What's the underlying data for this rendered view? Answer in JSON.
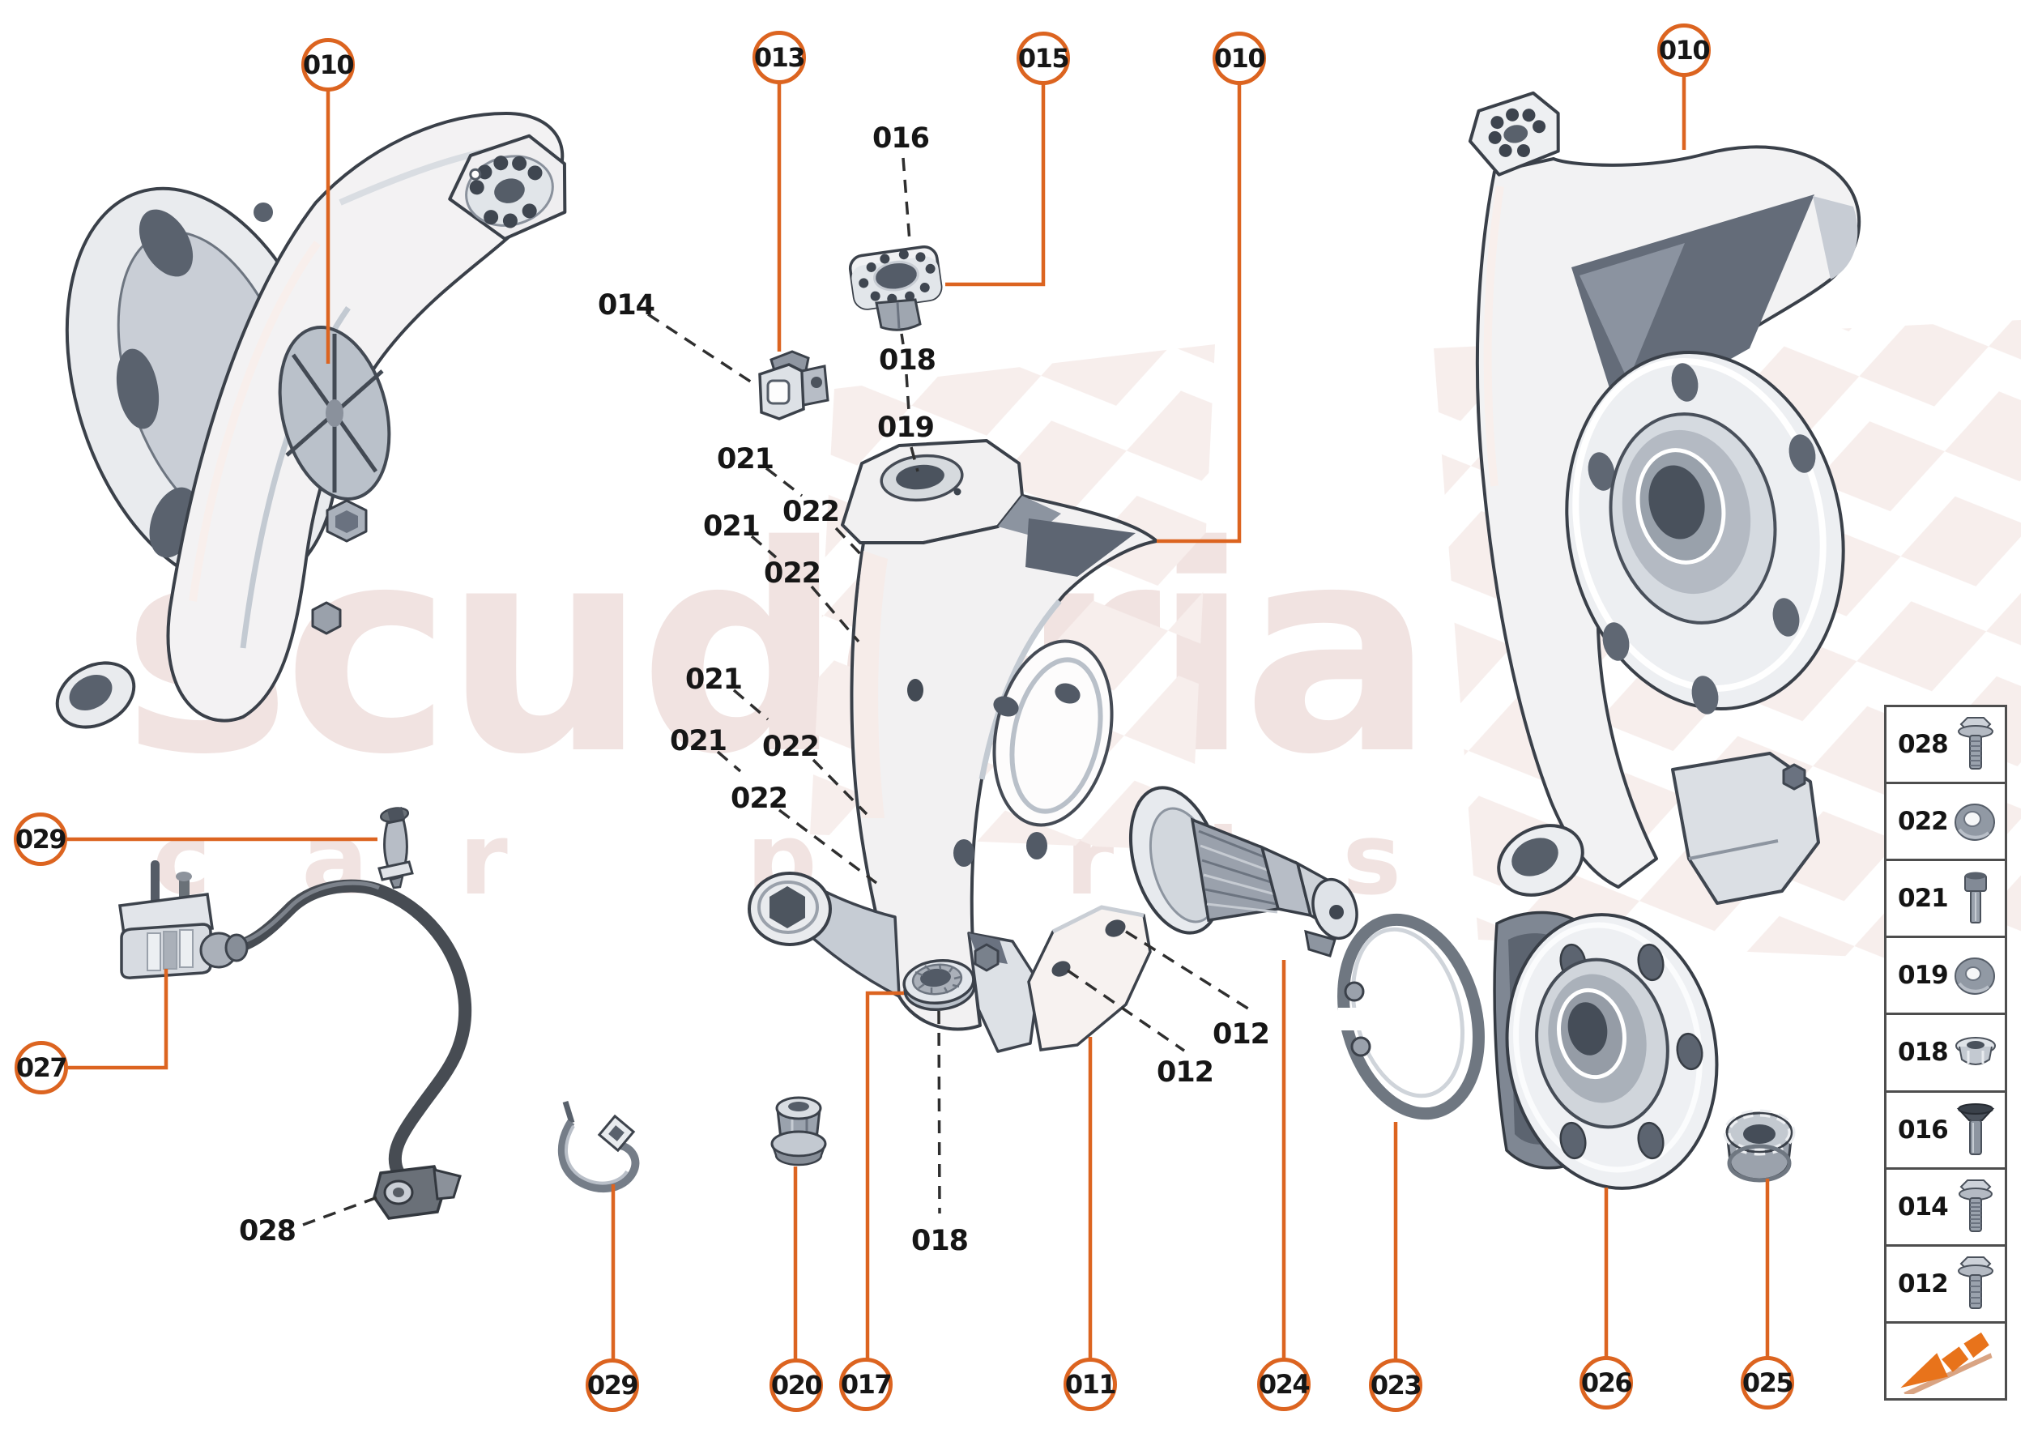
{
  "watermark": {
    "line1": "scuderia",
    "line2": "car parts"
  },
  "callouts": {
    "circled": [
      {
        "id": "010-top-left",
        "label": "010"
      },
      {
        "id": "013",
        "label": "013"
      },
      {
        "id": "015",
        "label": "015"
      },
      {
        "id": "010-top-center",
        "label": "010"
      },
      {
        "id": "010-top-right",
        "label": "010"
      },
      {
        "id": "029-left",
        "label": "029"
      },
      {
        "id": "027",
        "label": "027"
      },
      {
        "id": "029-bottom",
        "label": "029"
      },
      {
        "id": "020",
        "label": "020"
      },
      {
        "id": "017",
        "label": "017"
      },
      {
        "id": "011",
        "label": "011"
      },
      {
        "id": "024",
        "label": "024"
      },
      {
        "id": "023",
        "label": "023"
      },
      {
        "id": "026",
        "label": "026"
      },
      {
        "id": "025",
        "label": "025"
      }
    ],
    "plain": [
      {
        "id": "016",
        "label": "016"
      },
      {
        "id": "018-top",
        "label": "018"
      },
      {
        "id": "019",
        "label": "019"
      },
      {
        "id": "014",
        "label": "014"
      },
      {
        "id": "021-1",
        "label": "021"
      },
      {
        "id": "022-1",
        "label": "022"
      },
      {
        "id": "021-2",
        "label": "021"
      },
      {
        "id": "022-2",
        "label": "022"
      },
      {
        "id": "021-3",
        "label": "021"
      },
      {
        "id": "021-4",
        "label": "021"
      },
      {
        "id": "022-3",
        "label": "022"
      },
      {
        "id": "022-4",
        "label": "022"
      },
      {
        "id": "012-1",
        "label": "012"
      },
      {
        "id": "012-2",
        "label": "012"
      },
      {
        "id": "018-bottom",
        "label": "018"
      },
      {
        "id": "028",
        "label": "028"
      }
    ]
  },
  "legend": {
    "items": [
      {
        "label": "028",
        "icon": "flange-bolt-icon"
      },
      {
        "label": "022",
        "icon": "washer-icon"
      },
      {
        "label": "021",
        "icon": "cap-screw-icon"
      },
      {
        "label": "019",
        "icon": "washer-icon"
      },
      {
        "label": "018",
        "icon": "flange-nut-icon"
      },
      {
        "label": "016",
        "icon": "countersunk-screw-icon"
      },
      {
        "label": "014",
        "icon": "flange-bolt-icon"
      },
      {
        "label": "012",
        "icon": "flange-bolt-icon"
      },
      {
        "label": "",
        "icon": "direction-arrow-icon"
      }
    ]
  },
  "colors": {
    "accent_orange": "#DC6420",
    "arrow_orange": "#E8731B",
    "arrow_shadow": "#D9A483",
    "watermark_pink": "#F1E3E1",
    "checker_pink": "#F7EEEC",
    "dash_dark": "#2F2F2F"
  }
}
